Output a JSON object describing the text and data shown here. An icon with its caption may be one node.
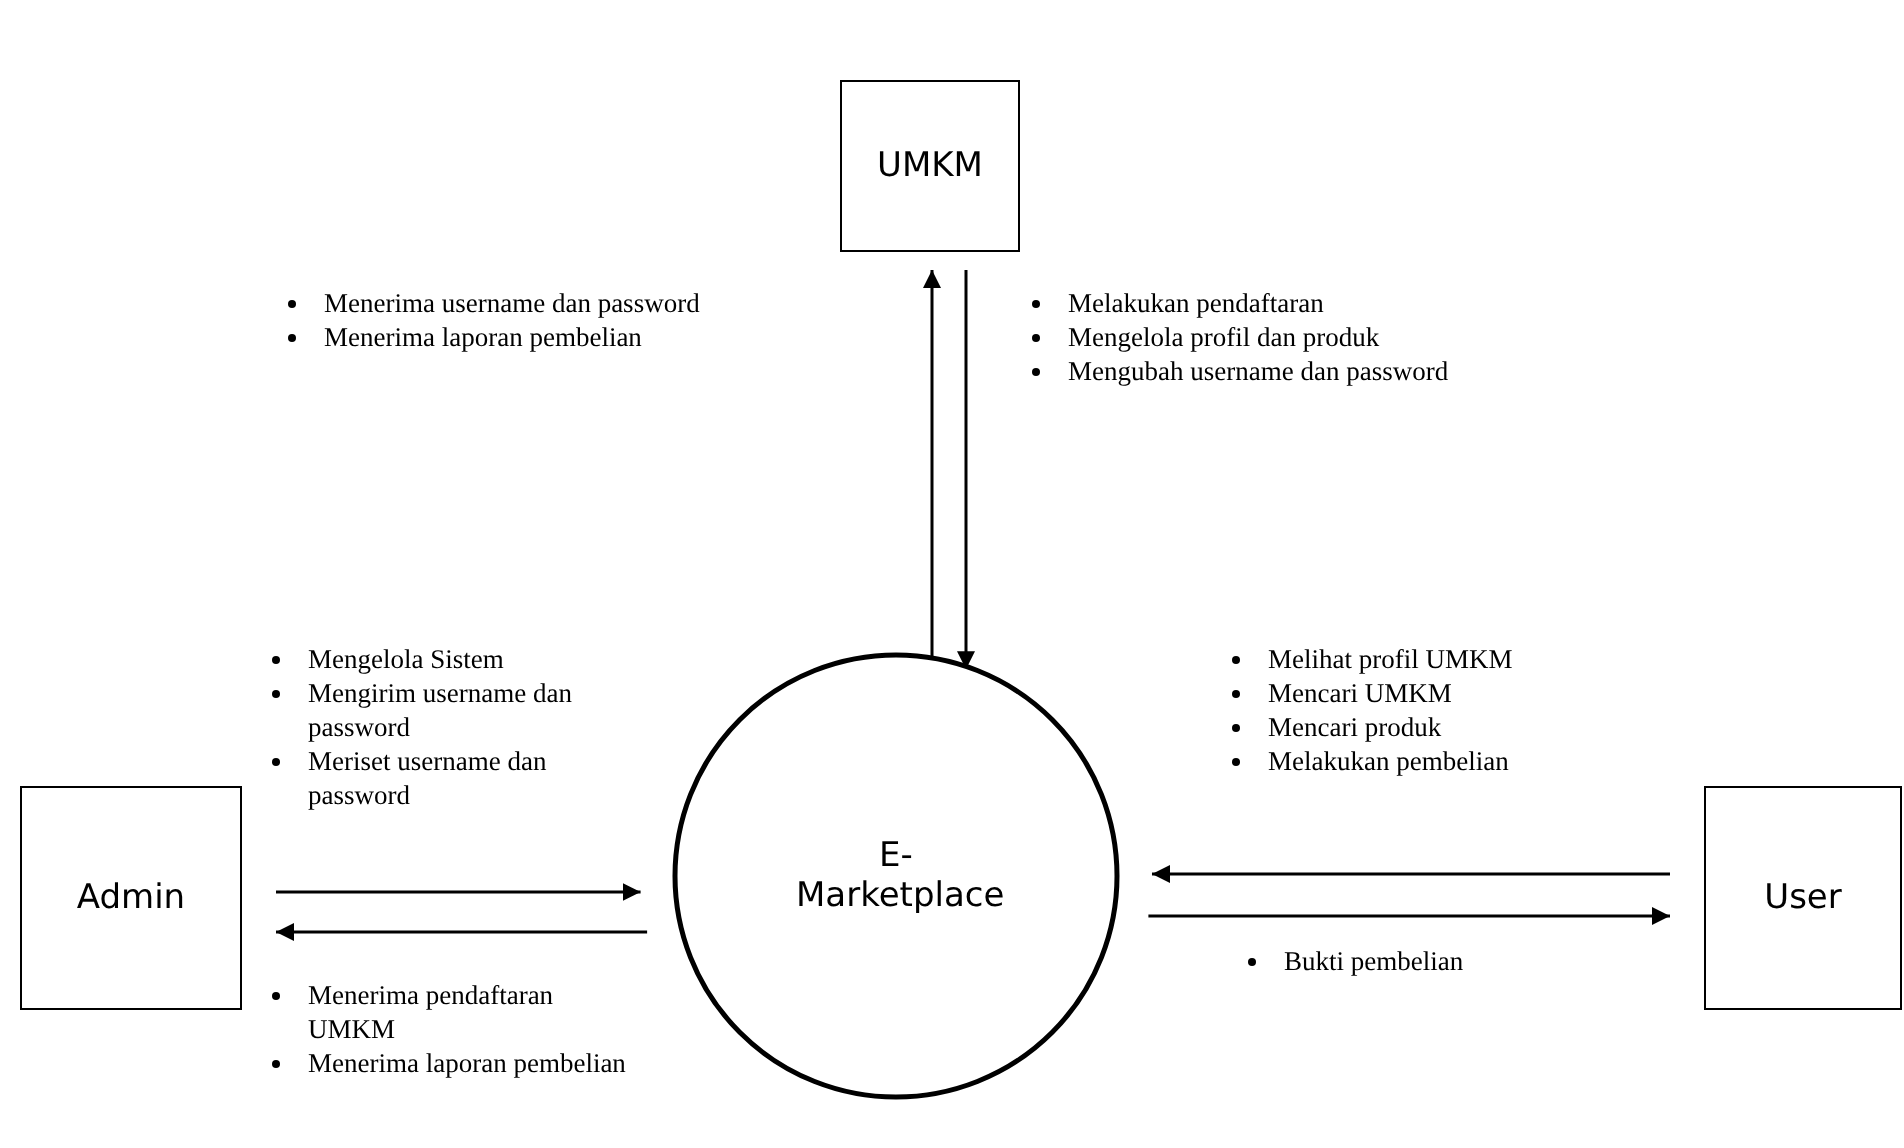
{
  "diagram": {
    "nodes": [
      {
        "text": [
          "UMKM"
        ]
      },
      {
        "text": [
          "E-Marketplace"
        ]
      },
      {
        "text": [
          "Admin"
        ]
      },
      {
        "text": [
          "User"
        ]
      }
    ],
    "edges": [
      {
        "from": 1,
        "to": 0,
        "arrow": "to"
      },
      {
        "from": 0,
        "to": 1,
        "arrow": "to"
      },
      {
        "from": 2,
        "to": 1,
        "arrow": "to"
      },
      {
        "from": 1,
        "to": 2,
        "arrow": "to"
      },
      {
        "from": 3,
        "to": 1,
        "arrow": "to"
      },
      {
        "from": 1,
        "to": 3,
        "arrow": "to"
      }
    ],
    "labels": [
      "Menerima username dan password",
      "Menerima laporan pembelian",
      "Melakukan pendaftaran",
      "Mengelola profil dan produk",
      "Mengubah username dan password",
      "Mengelola Sistem",
      "Mengirim username dan password",
      "Meriset username dan password",
      "Melihat profil UMKM",
      "Mencari UMKM",
      "Mencari produk",
      "Melakukan pembelian",
      "Bukti pembelian",
      "Menerima pendaftaran UMKM",
      "Menerima laporan pembelian"
    ]
  }
}
